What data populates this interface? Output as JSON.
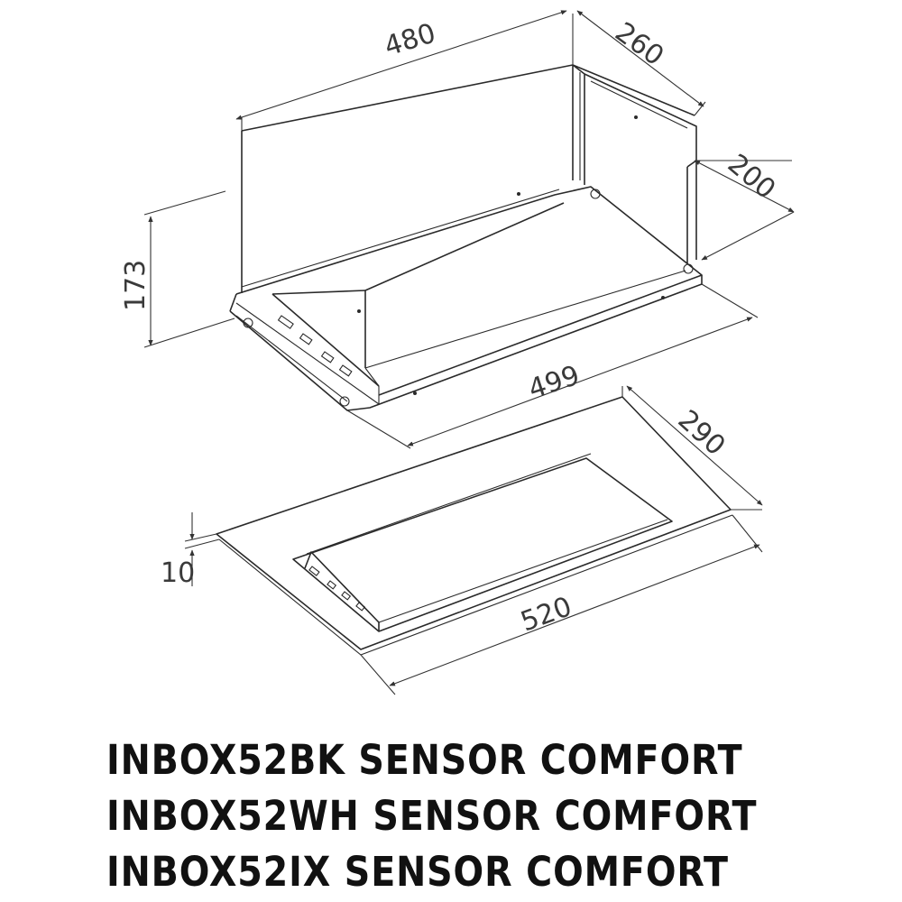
{
  "dimensions": {
    "width_top": "480",
    "depth_top": "260",
    "height_right": "200",
    "height_left": "173",
    "width_bottom": "499",
    "panel_depth": "290",
    "panel_thickness": "10",
    "panel_width": "520"
  },
  "models": [
    "INBOX52BK SENSOR COMFORT",
    "INBOX52WH SENSOR COMFORT",
    "INBOX52IX SENSOR COMFORT"
  ],
  "colors": {
    "line": "#2a2a2a",
    "text": "#111111",
    "dimension_text": "#3a3a3a"
  }
}
